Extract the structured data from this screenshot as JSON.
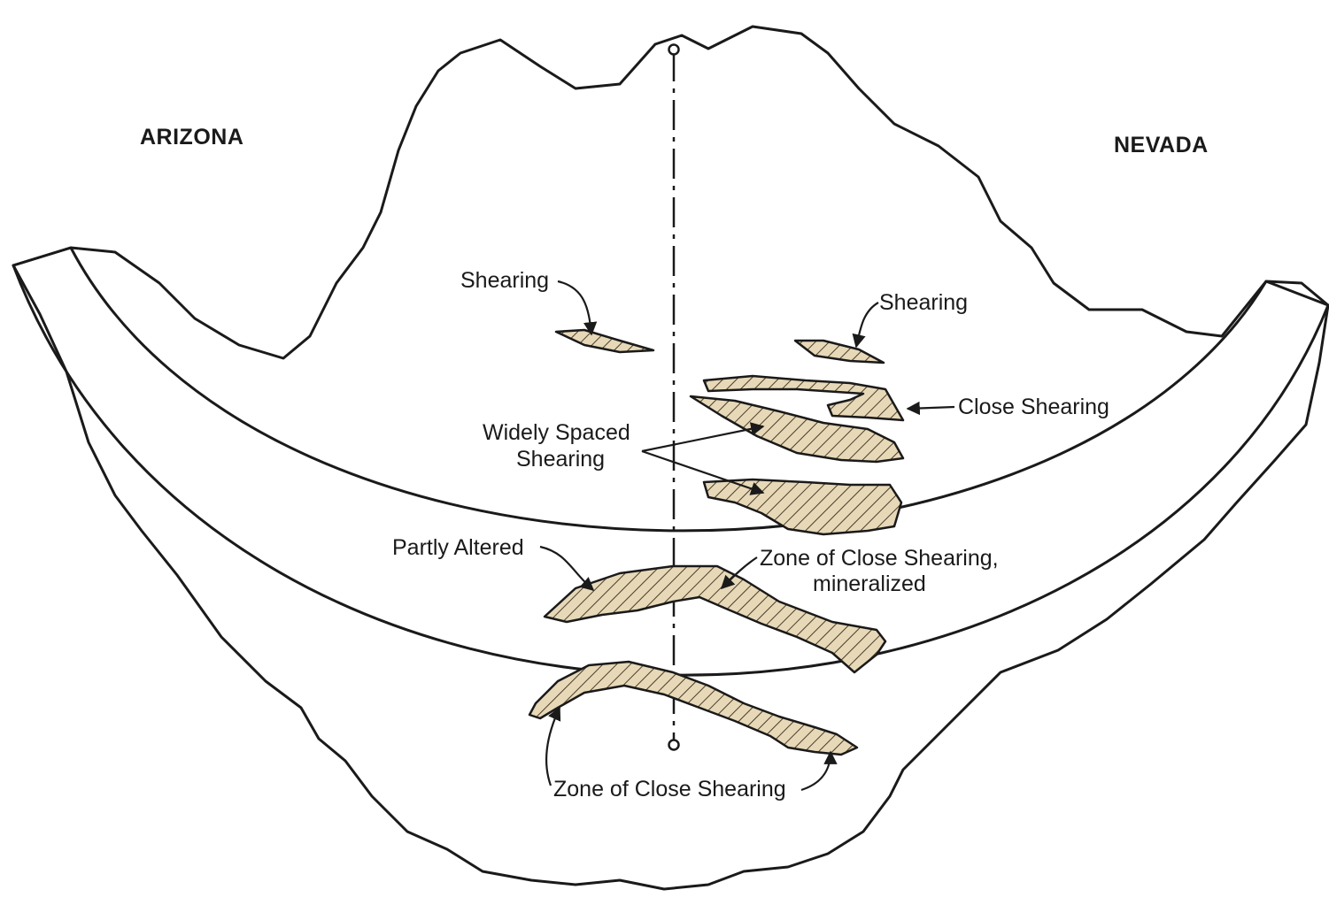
{
  "colors": {
    "rock": "#d7d8da",
    "arch": "#f0f1f1",
    "zone_fill": "#e7d8b8",
    "hatch": "#4a3d28",
    "line": "#1a1a1a"
  },
  "labels": {
    "arizona": "ARIZONA",
    "nevada": "NEVADA",
    "shearing_left": "Shearing",
    "shearing_right": "Shearing",
    "close_shearing": "Close Shearing",
    "widely_spaced_line1": "Widely Spaced",
    "widely_spaced_line2": "Shearing",
    "partly_altered": "Partly Altered",
    "zone_mineralized_line1": "Zone of Close Shearing,",
    "zone_mineralized_line2": "mineralized",
    "zone_close_shearing": "Zone of Close Shearing"
  }
}
